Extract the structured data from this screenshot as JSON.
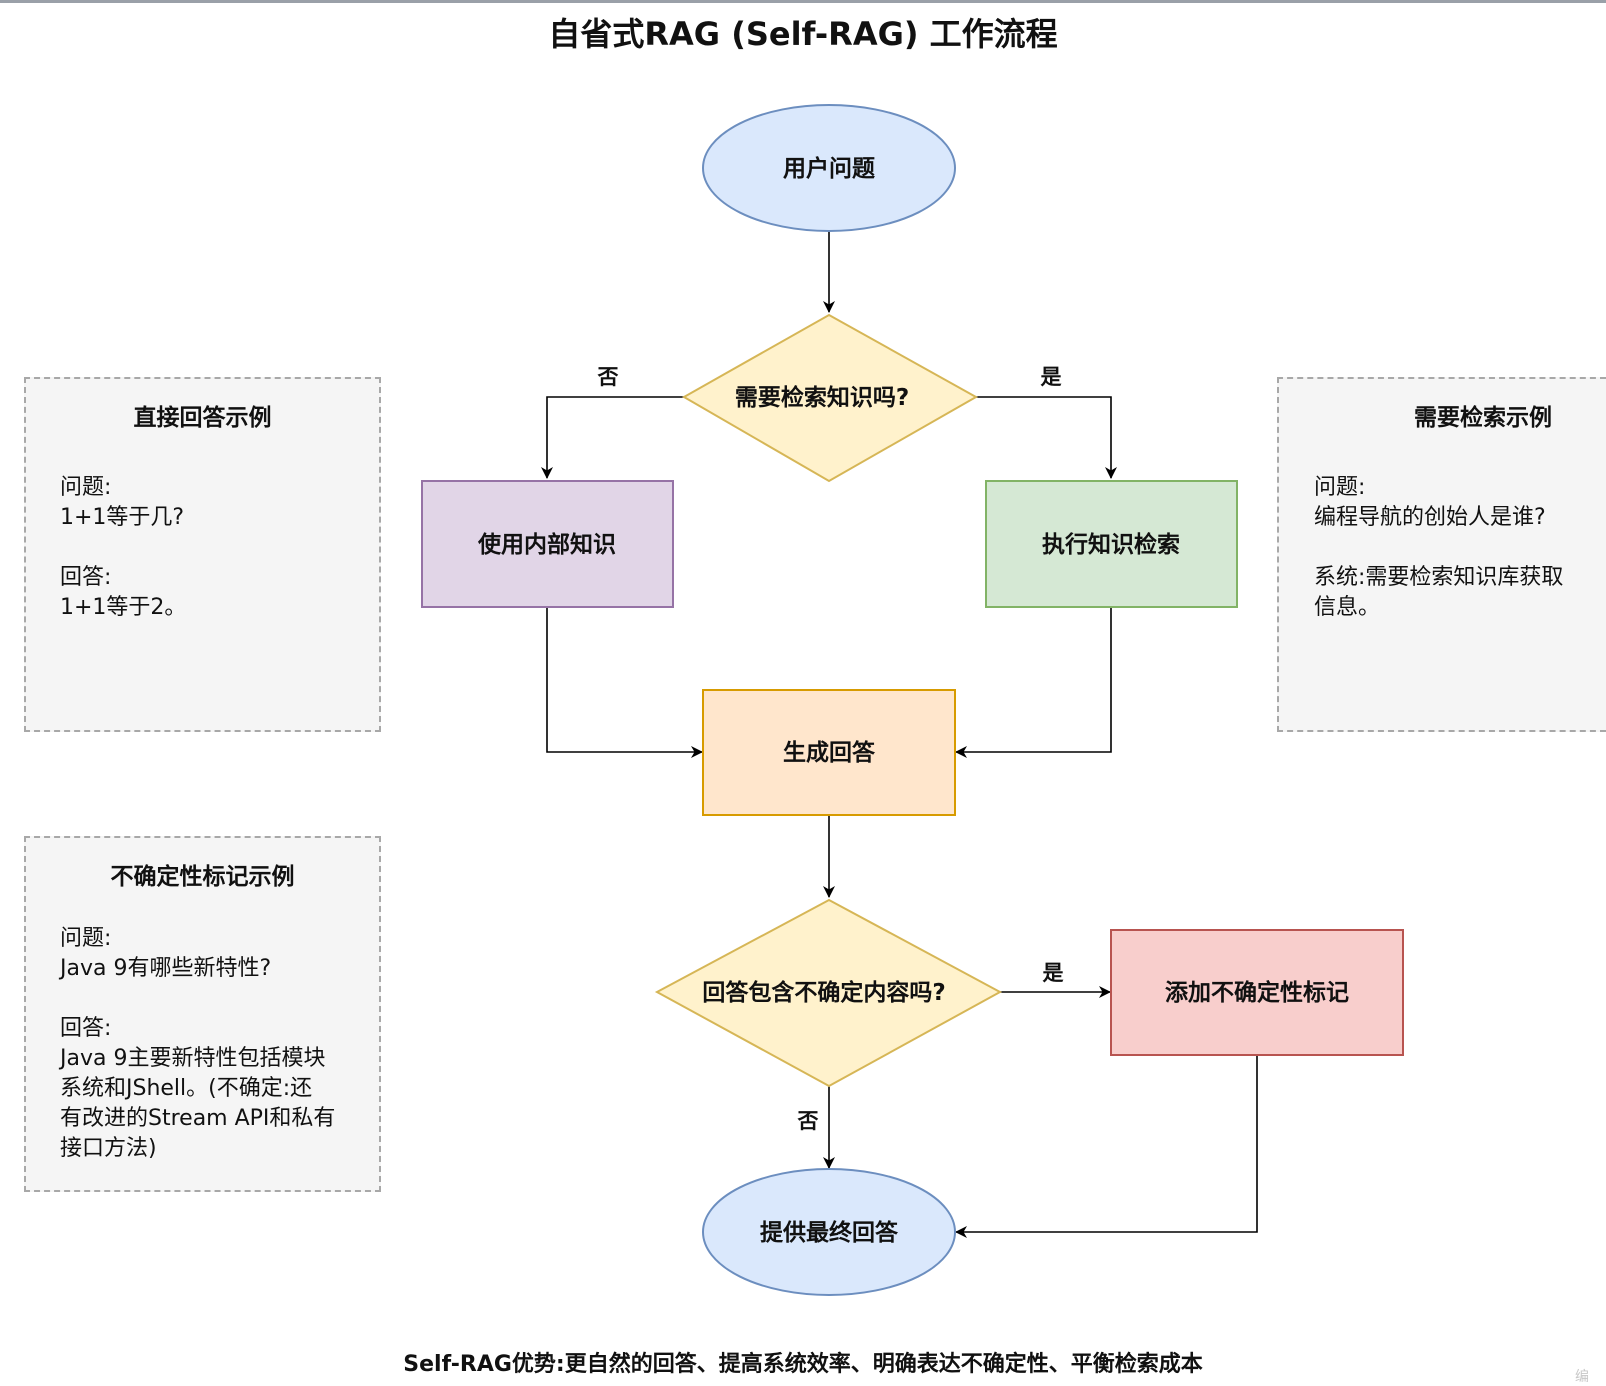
{
  "title": "自省式RAG (Self-RAG) 工作流程",
  "nodes": {
    "user_question": "用户问题",
    "need_retrieval": "需要检索知识吗?",
    "use_internal": "使用内部知识",
    "do_retrieval": "执行知识检索",
    "generate": "生成回答",
    "uncertain_check": "回答包含不确定内容吗?",
    "add_marker": "添加不确定性标记",
    "final_answer": "提供最终回答"
  },
  "edges": {
    "no_1": "否",
    "yes_1": "是",
    "yes_2": "是",
    "no_2": "否"
  },
  "notes": {
    "direct": {
      "title": "直接回答示例",
      "q_label": "问题:",
      "q_text": "1+1等于几?",
      "a_label": "回答:",
      "a_text": "1+1等于2。"
    },
    "retrieval": {
      "title": "需要检索示例",
      "q_label": "问题:",
      "q_text": "编程导航的创始人是谁?",
      "a_label": "系统:需要检索知识库获取",
      "a_text": "信息。"
    },
    "uncertainty": {
      "title": "不确定性标记示例",
      "q_label": "问题:",
      "q_text": "Java 9有哪些新特性?",
      "a_label": "回答:",
      "a_line1": "Java 9主要新特性包括模块",
      "a_line2": "系统和JShell。(不确定:还",
      "a_line3": "有改进的Stream API和私有",
      "a_line4": "接口方法)"
    }
  },
  "footer": "Self-RAG优势:更自然的回答、提高系统效率、明确表达不确定性、平衡检索成本",
  "watermark": "编",
  "colors": {
    "ellipse_fill": "#dae8fc",
    "ellipse_stroke": "#6c8ebf",
    "diamond_fill": "#fff2cc",
    "diamond_stroke": "#d6b656",
    "purple_fill": "#e1d5e7",
    "purple_stroke": "#9673a6",
    "green_fill": "#d5e8d4",
    "green_stroke": "#82b366",
    "orange_fill": "#ffe6cc",
    "orange_stroke": "#d79b00",
    "red_fill": "#f8cecc",
    "red_stroke": "#b85450"
  }
}
